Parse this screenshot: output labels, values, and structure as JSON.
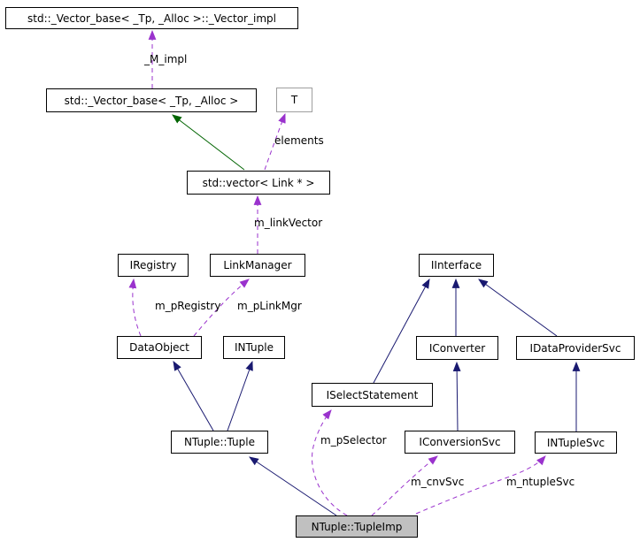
{
  "diagram": {
    "type": "uml-collaboration-graph",
    "focal_class": "NTuple::TupleImp",
    "colors": {
      "inheritance_arrow": "#191970",
      "usage_arrow": "#9a32cd",
      "template_inheritance_arrow": "#006400",
      "node_border": "#000000",
      "template_node_border": "#9e9e9e",
      "focal_node_fill": "#c0c0c0",
      "background": "#ffffff"
    },
    "nodes": [
      {
        "id": "vector-impl",
        "label": "std::_Vector_base< _Tp, _Alloc >::_Vector_impl"
      },
      {
        "id": "vector-base",
        "label": "std::_Vector_base< _Tp, _Alloc >"
      },
      {
        "id": "t",
        "label": "T"
      },
      {
        "id": "vector-link",
        "label": "std::vector< Link * >"
      },
      {
        "id": "iregistry",
        "label": "IRegistry"
      },
      {
        "id": "linkmanager",
        "label": "LinkManager"
      },
      {
        "id": "iinterface",
        "label": "IInterface"
      },
      {
        "id": "dataobject",
        "label": "DataObject"
      },
      {
        "id": "intuple",
        "label": "INTuple"
      },
      {
        "id": "iconverter",
        "label": "IConverter"
      },
      {
        "id": "idataprovidersvc",
        "label": "IDataProviderSvc"
      },
      {
        "id": "iselectstatement",
        "label": "ISelectStatement"
      },
      {
        "id": "ntuple-tuple",
        "label": "NTuple::Tuple"
      },
      {
        "id": "iconversionsvc",
        "label": "IConversionSvc"
      },
      {
        "id": "intuplesvc",
        "label": "INTupleSvc"
      },
      {
        "id": "ntuple-tupleimp",
        "label": "NTuple::TupleImp"
      }
    ],
    "edge_labels": [
      {
        "id": "m-impl",
        "label": "_M_impl"
      },
      {
        "id": "elements",
        "label": "elements"
      },
      {
        "id": "m-linkvector",
        "label": "m_linkVector"
      },
      {
        "id": "m-pregistry",
        "label": "m_pRegistry"
      },
      {
        "id": "m-plinkmgr",
        "label": "m_pLinkMgr"
      },
      {
        "id": "m-pselector",
        "label": "m_pSelector"
      },
      {
        "id": "m-cnvsvc",
        "label": "m_cnvSvc"
      },
      {
        "id": "m-ntuplesvc",
        "label": "m_ntupleSvc"
      }
    ],
    "edges": [
      {
        "from": "std::_Vector_base< _Tp, _Alloc >",
        "to": "std::_Vector_base< _Tp, _Alloc >::_Vector_impl",
        "type": "usage-dashed",
        "label": "_M_impl"
      },
      {
        "from": "std::vector< Link * >",
        "to": "std::_Vector_base< _Tp, _Alloc >",
        "type": "template-inheritance-solid-green",
        "label": ""
      },
      {
        "from": "std::vector< Link * >",
        "to": "T",
        "type": "usage-dashed",
        "label": "elements"
      },
      {
        "from": "LinkManager",
        "to": "std::vector< Link * >",
        "type": "usage-dashed",
        "label": "m_linkVector"
      },
      {
        "from": "DataObject",
        "to": "IRegistry",
        "type": "usage-dashed",
        "label": "m_pRegistry"
      },
      {
        "from": "DataObject",
        "to": "LinkManager",
        "type": "usage-dashed",
        "label": "m_pLinkMgr"
      },
      {
        "from": "NTuple::Tuple",
        "to": "DataObject",
        "type": "inheritance-solid",
        "label": ""
      },
      {
        "from": "NTuple::Tuple",
        "to": "INTuple",
        "type": "inheritance-solid",
        "label": ""
      },
      {
        "from": "ISelectStatement",
        "to": "IInterface",
        "type": "inheritance-solid",
        "label": ""
      },
      {
        "from": "IConverter",
        "to": "IInterface",
        "type": "inheritance-solid",
        "label": ""
      },
      {
        "from": "IDataProviderSvc",
        "to": "IInterface",
        "type": "inheritance-solid",
        "label": ""
      },
      {
        "from": "IConversionSvc",
        "to": "IConverter",
        "type": "inheritance-solid",
        "label": ""
      },
      {
        "from": "INTupleSvc",
        "to": "IDataProviderSvc",
        "type": "inheritance-solid",
        "label": ""
      },
      {
        "from": "NTuple::TupleImp",
        "to": "NTuple::Tuple",
        "type": "inheritance-solid",
        "label": ""
      },
      {
        "from": "NTuple::TupleImp",
        "to": "ISelectStatement",
        "type": "usage-dashed",
        "label": "m_pSelector"
      },
      {
        "from": "NTuple::TupleImp",
        "to": "IConversionSvc",
        "type": "usage-dashed",
        "label": "m_cnvSvc"
      },
      {
        "from": "NTuple::TupleImp",
        "to": "INTupleSvc",
        "type": "usage-dashed",
        "label": "m_ntupleSvc"
      }
    ]
  }
}
